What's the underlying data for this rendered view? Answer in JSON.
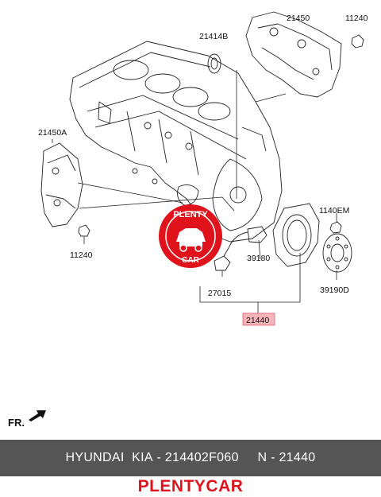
{
  "parts": {
    "p21450": "21450",
    "p11240_top": "11240",
    "p21414B": "21414B",
    "p21450A": "21450A",
    "p1140EM": "1140EM",
    "p11240_bottom": "11240",
    "p39180": "39180",
    "p39190D": "39190D",
    "p27015": "27015",
    "p21440": "21440"
  },
  "watermark": {
    "top_text": "PLENTY",
    "bottom_text": "CAR"
  },
  "direction_label": "FR.",
  "banner": {
    "brand": "HYUNDAI  KIA",
    "separator1": " - ",
    "part_number": "214402F060",
    "separator2": "     N - ",
    "part_ref": "21440"
  },
  "footer_brand": "PLENTYCAR",
  "colors": {
    "banner_bg": "#555555",
    "brand_red": "#e0131d",
    "highlight": "#f6b3b8"
  }
}
